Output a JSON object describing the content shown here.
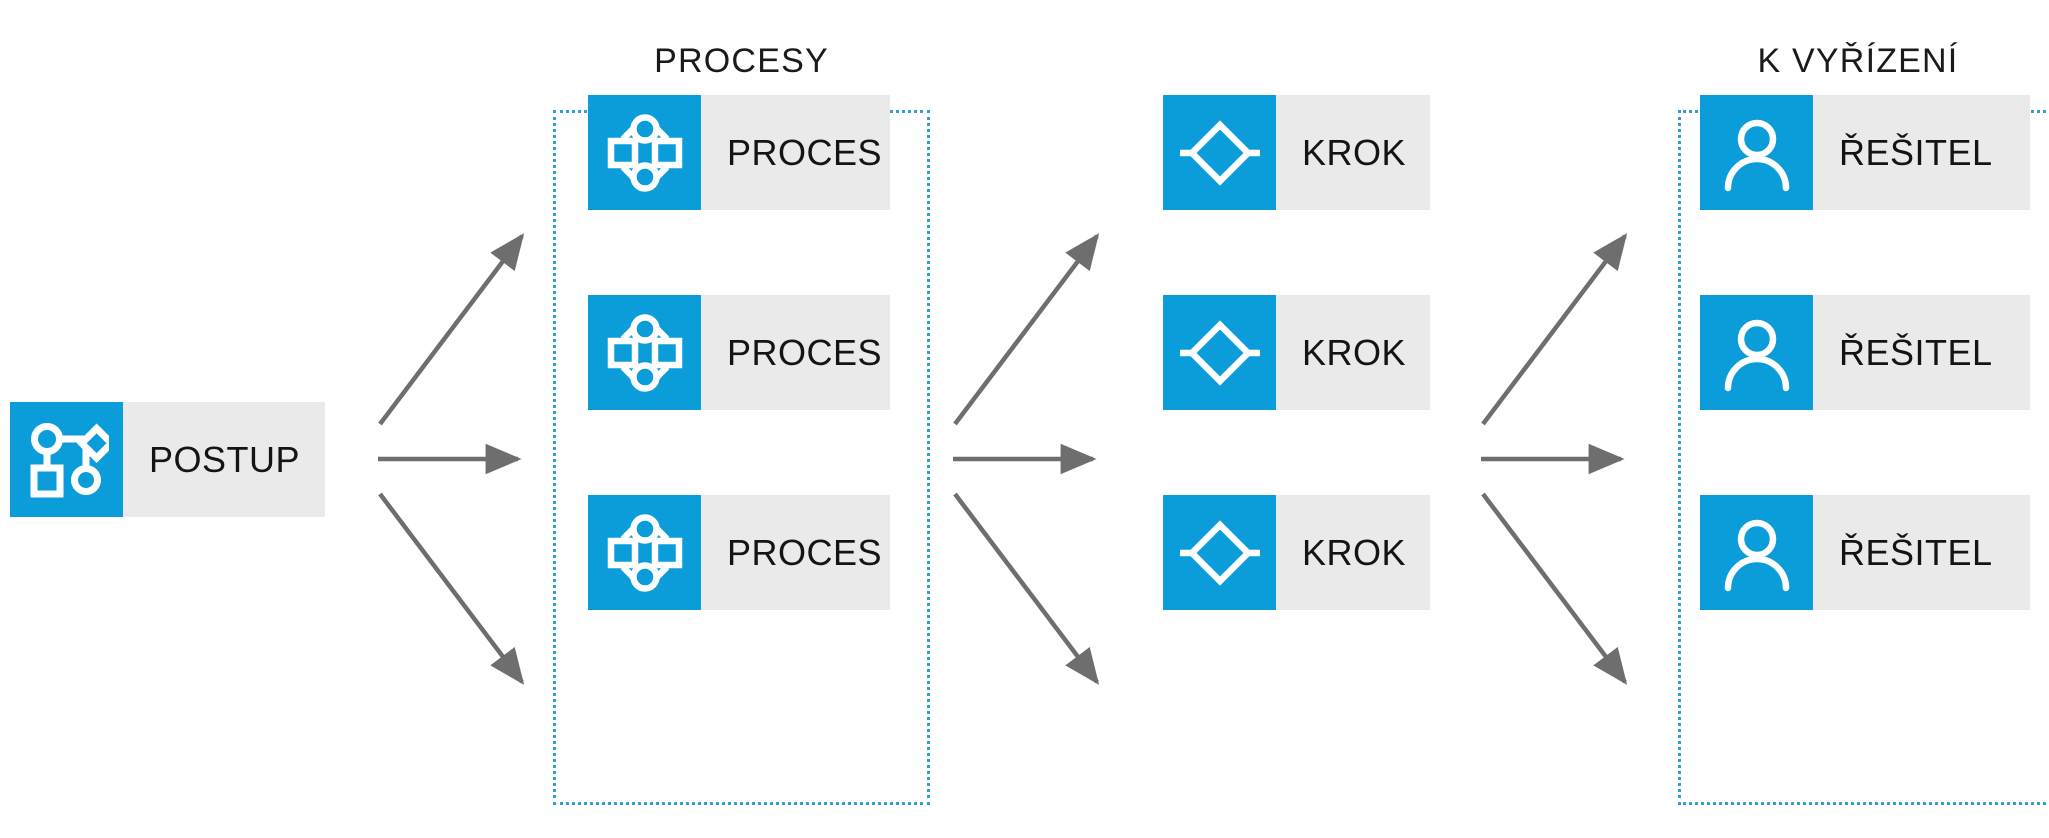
{
  "diagram": {
    "title_hidden": "",
    "colors": {
      "accent_blue": "#0b9dda",
      "card_gray": "#eaeaea",
      "arrow_gray": "#6e6e6e",
      "dotted_border_blue": "#2f9fd6",
      "text_black": "#141414"
    },
    "groups": [
      {
        "id": "procesy",
        "title": "PROCESY"
      },
      {
        "id": "k-vyrizeni",
        "title": "K VYŘÍZENÍ"
      }
    ],
    "columns": [
      {
        "id": "postup",
        "grouped": false,
        "cards": [
          {
            "label": "POSTUP",
            "icon": "workflow-graph-icon"
          }
        ]
      },
      {
        "id": "procesy",
        "grouped": true,
        "group_title": "PROCESY",
        "cards": [
          {
            "label": "PROCES",
            "icon": "process-nodes-icon"
          },
          {
            "label": "PROCES",
            "icon": "process-nodes-icon"
          },
          {
            "label": "PROCES",
            "icon": "process-nodes-icon"
          }
        ]
      },
      {
        "id": "krok",
        "grouped": false,
        "cards": [
          {
            "label": "KROK",
            "icon": "decision-diamond-icon"
          },
          {
            "label": "KROK",
            "icon": "decision-diamond-icon"
          },
          {
            "label": "KROK",
            "icon": "decision-diamond-icon"
          }
        ]
      },
      {
        "id": "k-vyrizeni",
        "grouped": true,
        "group_title": "K VYŘÍZENÍ",
        "cards": [
          {
            "label": "ŘEŠITEL",
            "icon": "person-icon"
          },
          {
            "label": "ŘEŠITEL",
            "icon": "person-icon"
          },
          {
            "label": "ŘEŠITEL",
            "icon": "person-icon"
          }
        ]
      }
    ],
    "connectors": [
      {
        "from": "postup",
        "to": "proces-top",
        "direction": "up-right"
      },
      {
        "from": "postup",
        "to": "proces-middle",
        "direction": "right"
      },
      {
        "from": "postup",
        "to": "proces-bottom",
        "direction": "down-right"
      },
      {
        "from": "proces",
        "to": "krok-top",
        "direction": "up-right"
      },
      {
        "from": "proces",
        "to": "krok-middle",
        "direction": "right"
      },
      {
        "from": "proces",
        "to": "krok-bottom",
        "direction": "down-right"
      },
      {
        "from": "krok",
        "to": "resitel-top",
        "direction": "up-right"
      },
      {
        "from": "krok",
        "to": "resitel-middle",
        "direction": "right"
      },
      {
        "from": "krok",
        "to": "resitel-bottom",
        "direction": "down-right"
      }
    ]
  }
}
